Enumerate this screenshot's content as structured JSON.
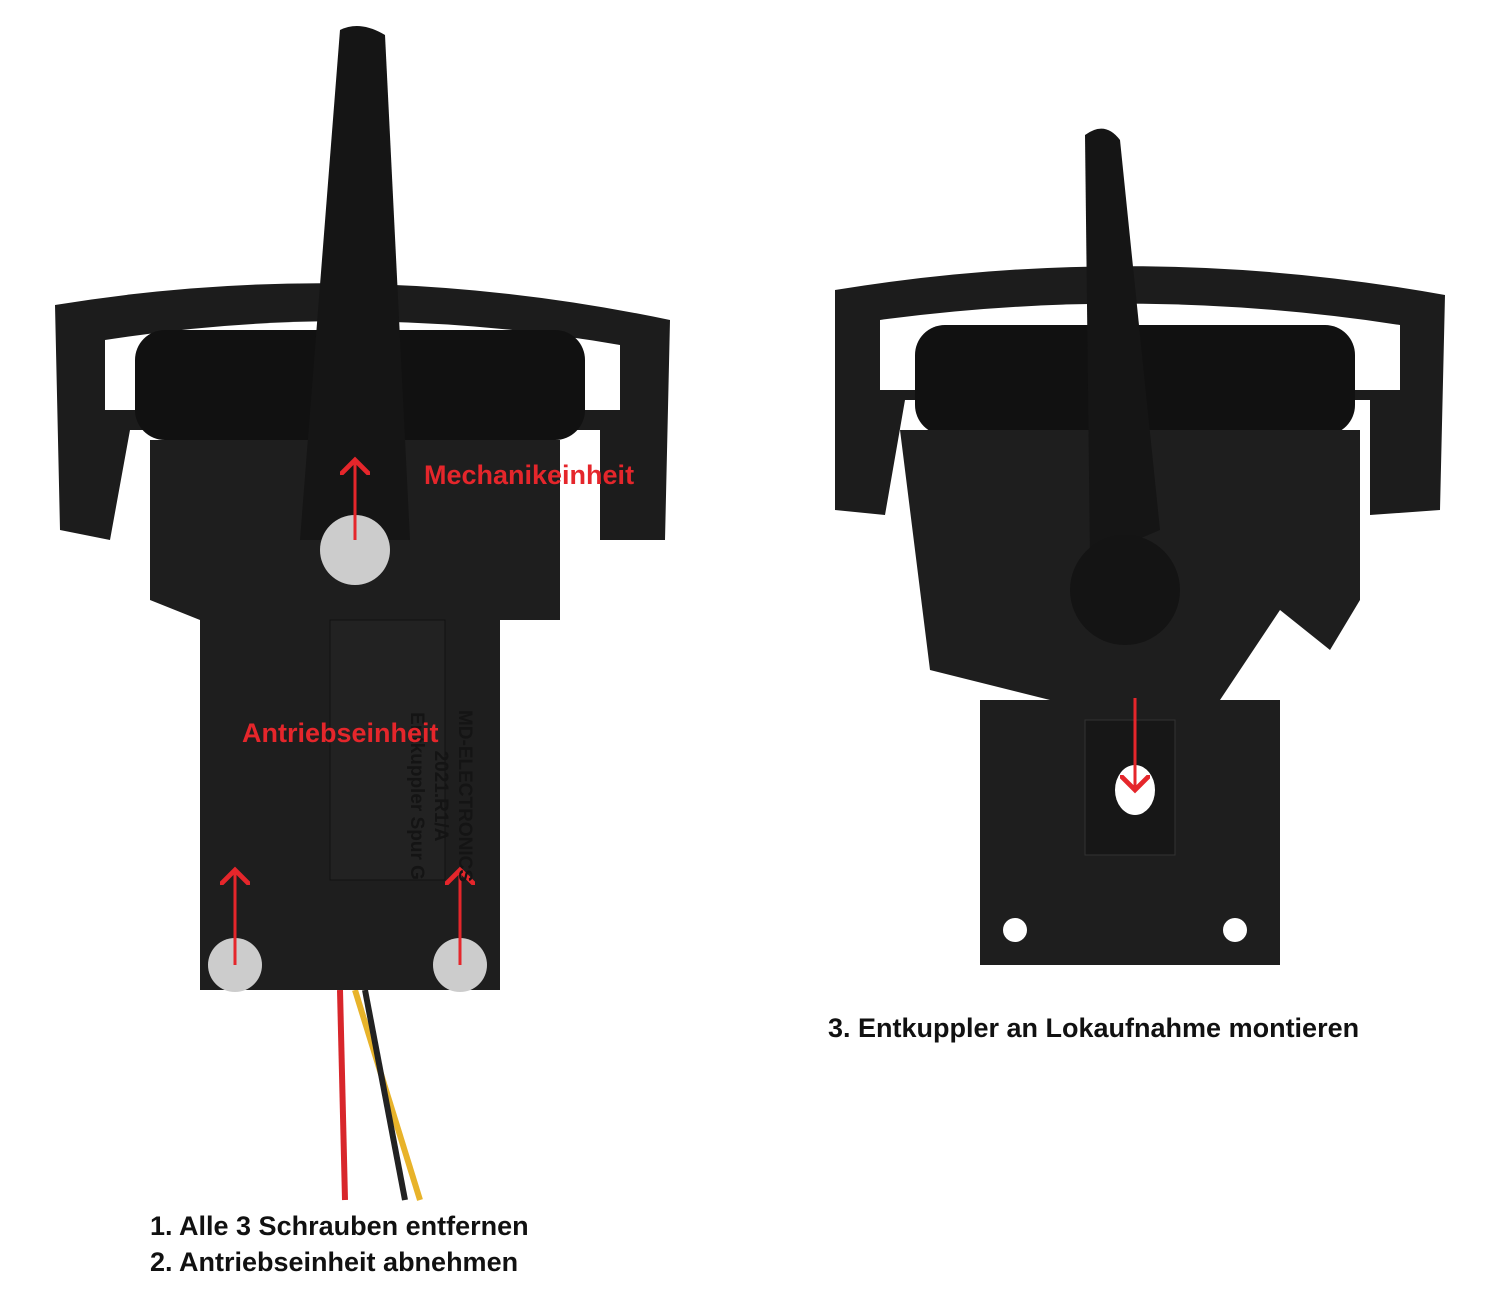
{
  "labels": {
    "mechanics_unit": "Mechanikeinheit",
    "drive_unit": "Antriebseinheit"
  },
  "part_marking": [
    "MD-ELECTRONICS",
    "2021.R1/A",
    "Entkuppler Spur G"
  ],
  "steps": [
    "1. Alle 3 Schrauben entfernen",
    "2. Antriebseinheit abnehmen",
    "3. Entkuppler an Lokaufnahme montieren"
  ],
  "colors": {
    "annotation": "#e5262b",
    "part": "#1a1a1a",
    "wire_red": "#d8262b",
    "wire_yellow": "#e8b32a"
  }
}
